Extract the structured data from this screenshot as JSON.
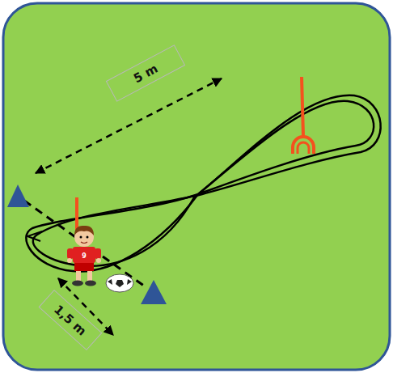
{
  "diagram": {
    "nodes": [
      {
        "text": [
          "5 m"
        ]
      },
      {
        "text": [
          "1,5 m"
        ]
      }
    ],
    "labels": [
      "9"
    ]
  }
}
